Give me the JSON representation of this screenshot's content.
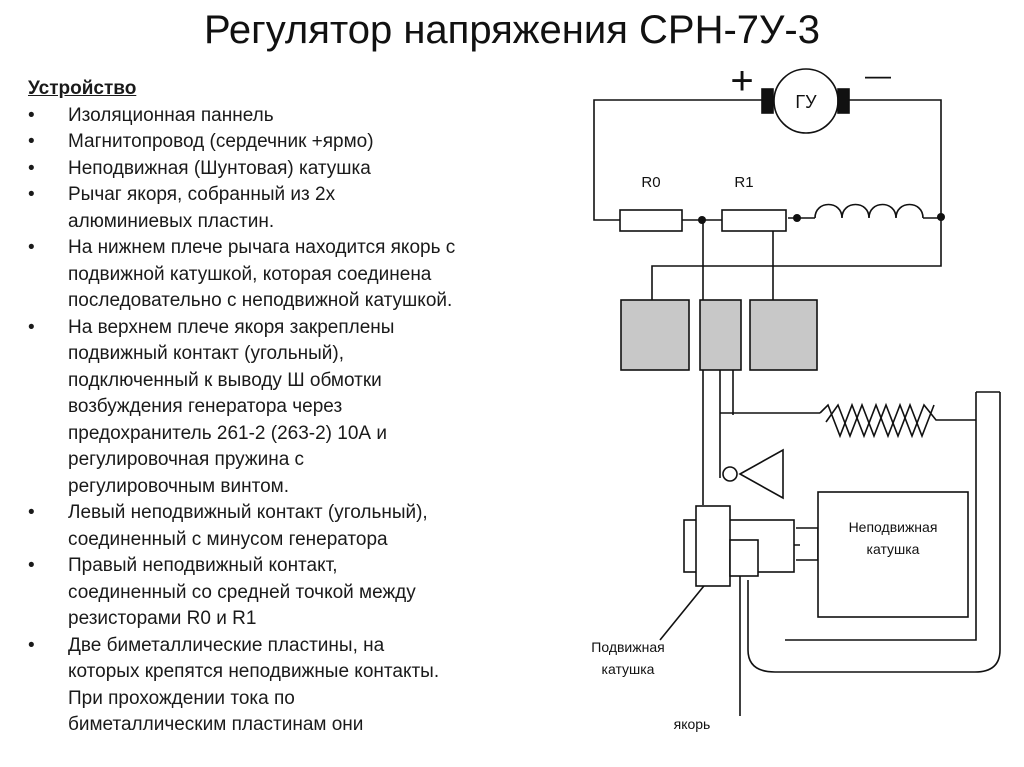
{
  "title": "Регулятор напряжения СРН-7У-3",
  "section_heading": "Устройство",
  "bullets": [
    {
      "lines": [
        "Изоляционная паннель"
      ]
    },
    {
      "lines": [
        "Магнитопровод (сердечник +ярмо)"
      ]
    },
    {
      "lines": [
        "Неподвижная (Шунтовая) катушка"
      ]
    },
    {
      "lines": [
        "Рычаг якоря, собранный из 2х",
        "алюминиевых пластин."
      ]
    },
    {
      "lines": [
        "На нижнем плече рычага находится якорь с",
        "подвижной катушкой, которая соединена",
        "последовательно с неподвижной катушкой."
      ]
    },
    {
      "lines": [
        "На верхнем плече якоря закреплены",
        "подвижный контакт (угольный),",
        "подключенный к выводу Ш обмотки",
        "возбуждения генератора через",
        "предохранитель 261-2 (263-2) 10А и",
        "регулировочная пружина с",
        "регулировочным винтом."
      ]
    },
    {
      "lines": [
        "Левый неподвижный контакт (угольный),",
        "соединенный с минусом генератора"
      ]
    },
    {
      "lines": [
        "Правый неподвижный контакт,",
        "соединенный со средней точкой между",
        "резисторами R0 и R1"
      ]
    },
    {
      "lines": [
        "Две биметаллические пластины, на",
        "которых крепятся неподвижные контакты.",
        "При прохождении тока по",
        "биметаллическим пластинам они"
      ]
    }
  ],
  "bullet_symbol": "•",
  "diagram": {
    "plus_sign": "+",
    "minus_sign": "—",
    "generator_label": "ГУ",
    "r0_label": "R0",
    "r1_label": "R1",
    "fixed_coil_label": [
      "Неподвижная",
      "катушка"
    ],
    "moving_coil_label": [
      "Подвижная",
      "катушка"
    ],
    "armature_label": "якорь"
  },
  "colors": {
    "block_fill": "#c8c8c8",
    "stroke": "#111111",
    "text": "#1a1a1a"
  }
}
